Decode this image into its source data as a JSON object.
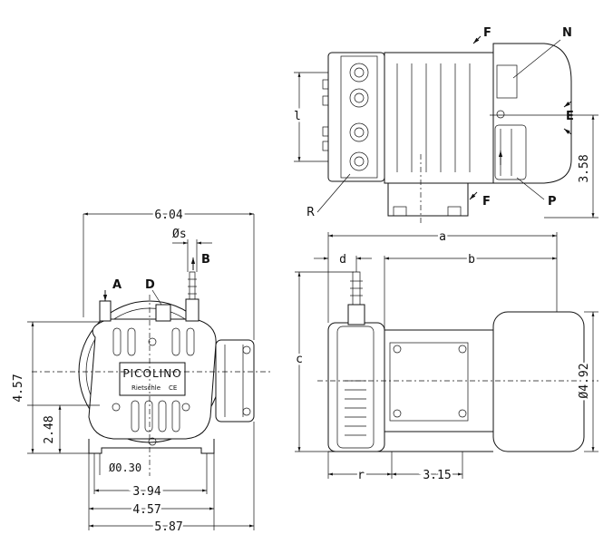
{
  "brand": {
    "model": "PICOLINO",
    "maker": "Rietschle",
    "ce": "CE"
  },
  "labels": {
    "A": "A",
    "B": "B",
    "D": "D",
    "E": "E",
    "F_top": "F",
    "F_bottom": "F",
    "N": "N",
    "P": "P",
    "R": "R",
    "l": "l",
    "a": "a",
    "b": "b",
    "c": "c",
    "d": "d",
    "r": "r"
  },
  "dimensions": {
    "width_top": "6.04",
    "ds": "Øs",
    "height_total": "4.57",
    "height_axis": "2.48",
    "hole": "Ø0.30",
    "base_394": "3.94",
    "base_457": "4.57",
    "base_587": "5.87",
    "side_315": "3.15",
    "motor_dia": "Ø4.92",
    "top_358": "3.58"
  }
}
